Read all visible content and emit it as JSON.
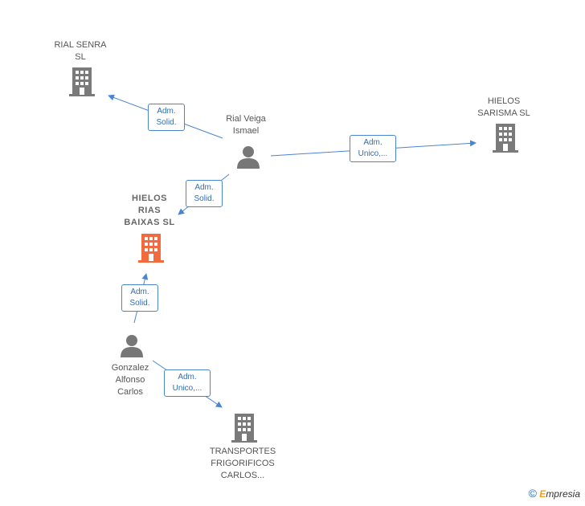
{
  "nodes": {
    "rial_senra": {
      "label": "RIAL SENRA\nSL",
      "icon": "building-icon"
    },
    "hielos_sarisma": {
      "label": "HIELOS\nSARISMA  SL",
      "icon": "building-icon"
    },
    "hielos_rias_baixas": {
      "label": "HIELOS\nRIAS\nBAIXAS  SL",
      "icon": "building-icon",
      "color": "#f26a3d"
    },
    "transportes": {
      "label": "TRANSPORTES\nFRIGORIFICOS\nCARLOS...",
      "icon": "building-icon"
    },
    "rial_veiga": {
      "label": "Rial Veiga\nIsmael",
      "icon": "person-icon"
    },
    "gonzalez": {
      "label": "Gonzalez\nAlfonso\nCarlos",
      "icon": "person-icon"
    }
  },
  "edges": {
    "e1": {
      "label": "Adm.\nSolid."
    },
    "e2": {
      "label": "Adm.\nUnico,..."
    },
    "e3": {
      "label": "Adm.\nSolid."
    },
    "e4": {
      "label": "Adm.\nSolid."
    },
    "e5": {
      "label": "Adm.\nUnico,..."
    }
  },
  "colors": {
    "building": "#7a7a7a",
    "building_main": "#f26a3d",
    "person": "#777777",
    "edge": "#4a86cf"
  },
  "brand": {
    "copyright": "©",
    "first": "E",
    "rest": "mpresia"
  }
}
